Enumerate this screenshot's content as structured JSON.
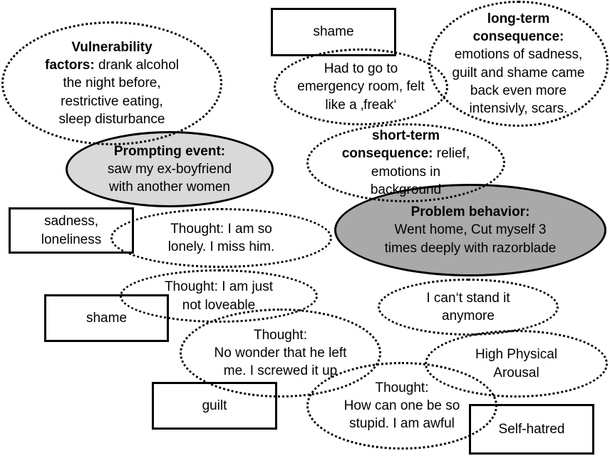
{
  "colors": {
    "prompting_fill": "#d9d9d9",
    "problem_fill": "#a9a9a9",
    "border": "#000000"
  },
  "nodes": {
    "vulnerability": {
      "title": "Vulnerability\nfactors:",
      "text": " drank alcohol\nthe night before,\nrestrictive eating,\nsleep disturbance"
    },
    "prompting": {
      "title": "Prompting event:",
      "text": "\nsaw my ex-boyfriend\nwith another women"
    },
    "shame_top": {
      "text": "shame"
    },
    "emergency": {
      "text": "Had to go to\nemergency room, felt\nlike a ‚freak‘"
    },
    "long_term": {
      "title": "long-term\nconsequence:",
      "text": "\nemotions of sadness,\nguilt and shame came\nback even more\nintensivly, scars."
    },
    "short_term": {
      "title": "short-term\nconsequence:",
      "text": " relief,\nemotions in\nbackground"
    },
    "problem": {
      "title": "Problem behavior:",
      "text": "\nWent home, Cut myself 3\ntimes deeply with razorblade"
    },
    "sadness": {
      "text": "sadness,\nloneliness"
    },
    "lonely": {
      "text": "Thought: I am so\nlonely. I miss him."
    },
    "loveable": {
      "text": "Thought: I am just\nnot loveable"
    },
    "shame_bottom": {
      "text": "shame"
    },
    "no_wonder": {
      "text": "Thought:\nNo wonder that he left\nme. I screwed it up"
    },
    "guilt": {
      "text": "guilt"
    },
    "stupid": {
      "text": "Thought:\nHow can one be so\nstupid. I am awful"
    },
    "cant_stand": {
      "text": "I can‘t stand it\nanymore"
    },
    "arousal": {
      "text": "High Physical\nArousal"
    },
    "self_hatred": {
      "text": "Self-hatred"
    }
  }
}
